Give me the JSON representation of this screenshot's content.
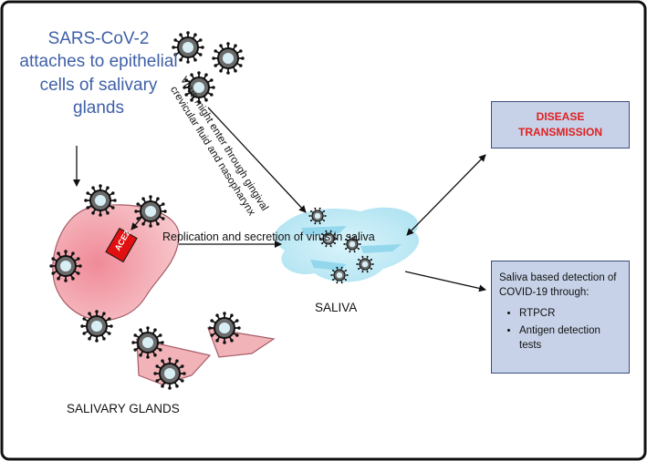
{
  "title": "SARS-CoV-2 attaches to epithelial cells of salivary glands",
  "entry_text": "Virus might enter through gingival crevicular fluid and nasopharynx",
  "receptor_label": "ACE2",
  "replication_text": "Replication and secretion of virus in saliva",
  "saliva_label": "SALIVA",
  "glands_label": "SALIVARY GLANDS",
  "disease_box": {
    "line1": "DISEASE",
    "line2": "TRANSMISSION"
  },
  "detection_box": {
    "heading": "Saliva based detection of COVID-19 through:",
    "items": [
      "RTPCR",
      "Antigen detection tests"
    ]
  },
  "colors": {
    "title_text": "#3f5fa8",
    "disease_text": "#e02020",
    "box_fill": "#c7d2e8",
    "cell_fill": "#f2b3b8",
    "receptor": "#e01010",
    "saliva_fill": "#a8e0f0"
  }
}
